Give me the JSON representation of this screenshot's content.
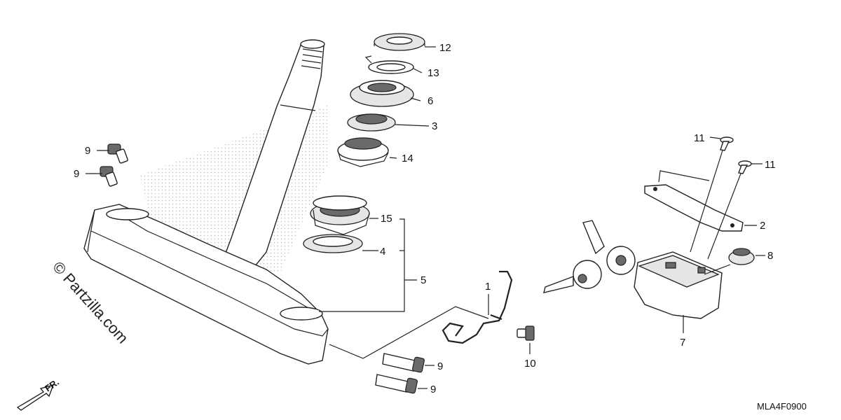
{
  "diagram": {
    "part_number": "MLA4F0900",
    "watermark": "© Partzilla.com",
    "direction_marker": "FR.",
    "callouts": {
      "c1": "1",
      "c2": "2",
      "c3": "3",
      "c4": "4",
      "c5": "5",
      "c6": "6",
      "c7": "7",
      "c8": "8",
      "c9a": "9",
      "c9b": "9",
      "c9c": "9",
      "c9d": "9",
      "c10": "10",
      "c11a": "11",
      "c11b": "11",
      "c12": "12",
      "c13": "13",
      "c14": "14",
      "c15": "15"
    }
  }
}
